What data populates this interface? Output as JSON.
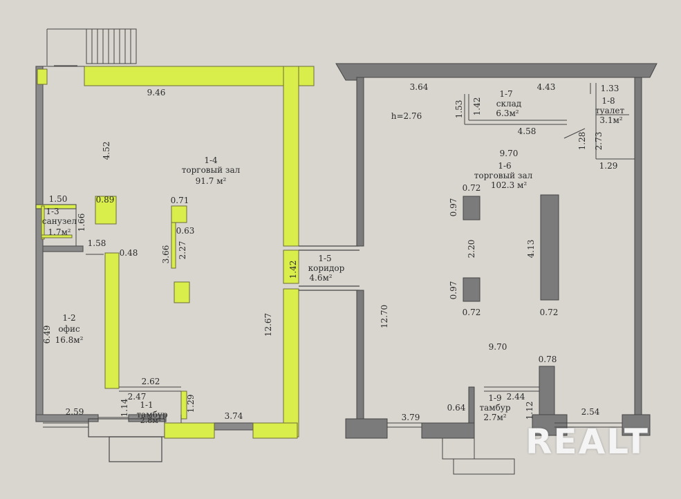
{
  "colors": {
    "paper": "#d9d6d0",
    "wall": "#6d6d6d",
    "highlight": "#d9ee4a",
    "text": "#2a2a2a"
  },
  "watermark": "REALT",
  "rooms": {
    "r14": {
      "id": "1-4",
      "name": "торговый зал",
      "area": "91.7 м²"
    },
    "r13": {
      "id": "1-3",
      "name": "санузел",
      "area": "1.7м²"
    },
    "r12": {
      "id": "1-2",
      "name": "офис",
      "area": "16.8м²"
    },
    "r11": {
      "id": "1-1",
      "name": "тамбур",
      "area": "2.8м²"
    },
    "r15": {
      "id": "1-5",
      "name": "коридор",
      "area": "4.6м²"
    },
    "r16": {
      "id": "1-6",
      "name": "торговый зал",
      "area": "102.3 м²"
    },
    "r17": {
      "id": "1-7",
      "name": "склад",
      "area": "6.3м²"
    },
    "r18": {
      "id": "1-8",
      "name": "туалет",
      "area": "3.1м²"
    },
    "r19": {
      "id": "1-9",
      "name": "тамбур",
      "area": "2.7м²"
    }
  },
  "height_note": "h=2.76",
  "dims": {
    "d946": "9.46",
    "d452": "4.52",
    "d150": "1.50",
    "d089": "0.89",
    "d071": "0.71",
    "d063": "0.63",
    "d166": "1.66",
    "d158": "1.58",
    "d048": "0.48",
    "d366": "3.66",
    "d227": "2.27",
    "d649": "6.49",
    "d1267": "12.67",
    "d142": "1.42",
    "d262": "2.62",
    "d247": "2.47",
    "d114": "1.14",
    "d129a": "1.29",
    "d259": "2.59",
    "d374": "3.74",
    "d364": "3.64",
    "d443": "4.43",
    "d153": "1.53",
    "d142b": "1.42",
    "d133": "1.33",
    "d458": "4.58",
    "d128": "1.28",
    "d273": "2.73",
    "d970a": "9.70",
    "d129b": "1.29",
    "d072a": "0.72",
    "d097a": "0.97",
    "d220": "2.20",
    "d413": "4.13",
    "d097b": "0.97",
    "d072b": "0.72",
    "d072c": "0.72",
    "d1270": "12.70",
    "d970b": "9.70",
    "d078": "0.78",
    "d379": "3.79",
    "d064": "0.64",
    "d244": "2.44",
    "d112": "1.12",
    "d254": "2.54"
  }
}
